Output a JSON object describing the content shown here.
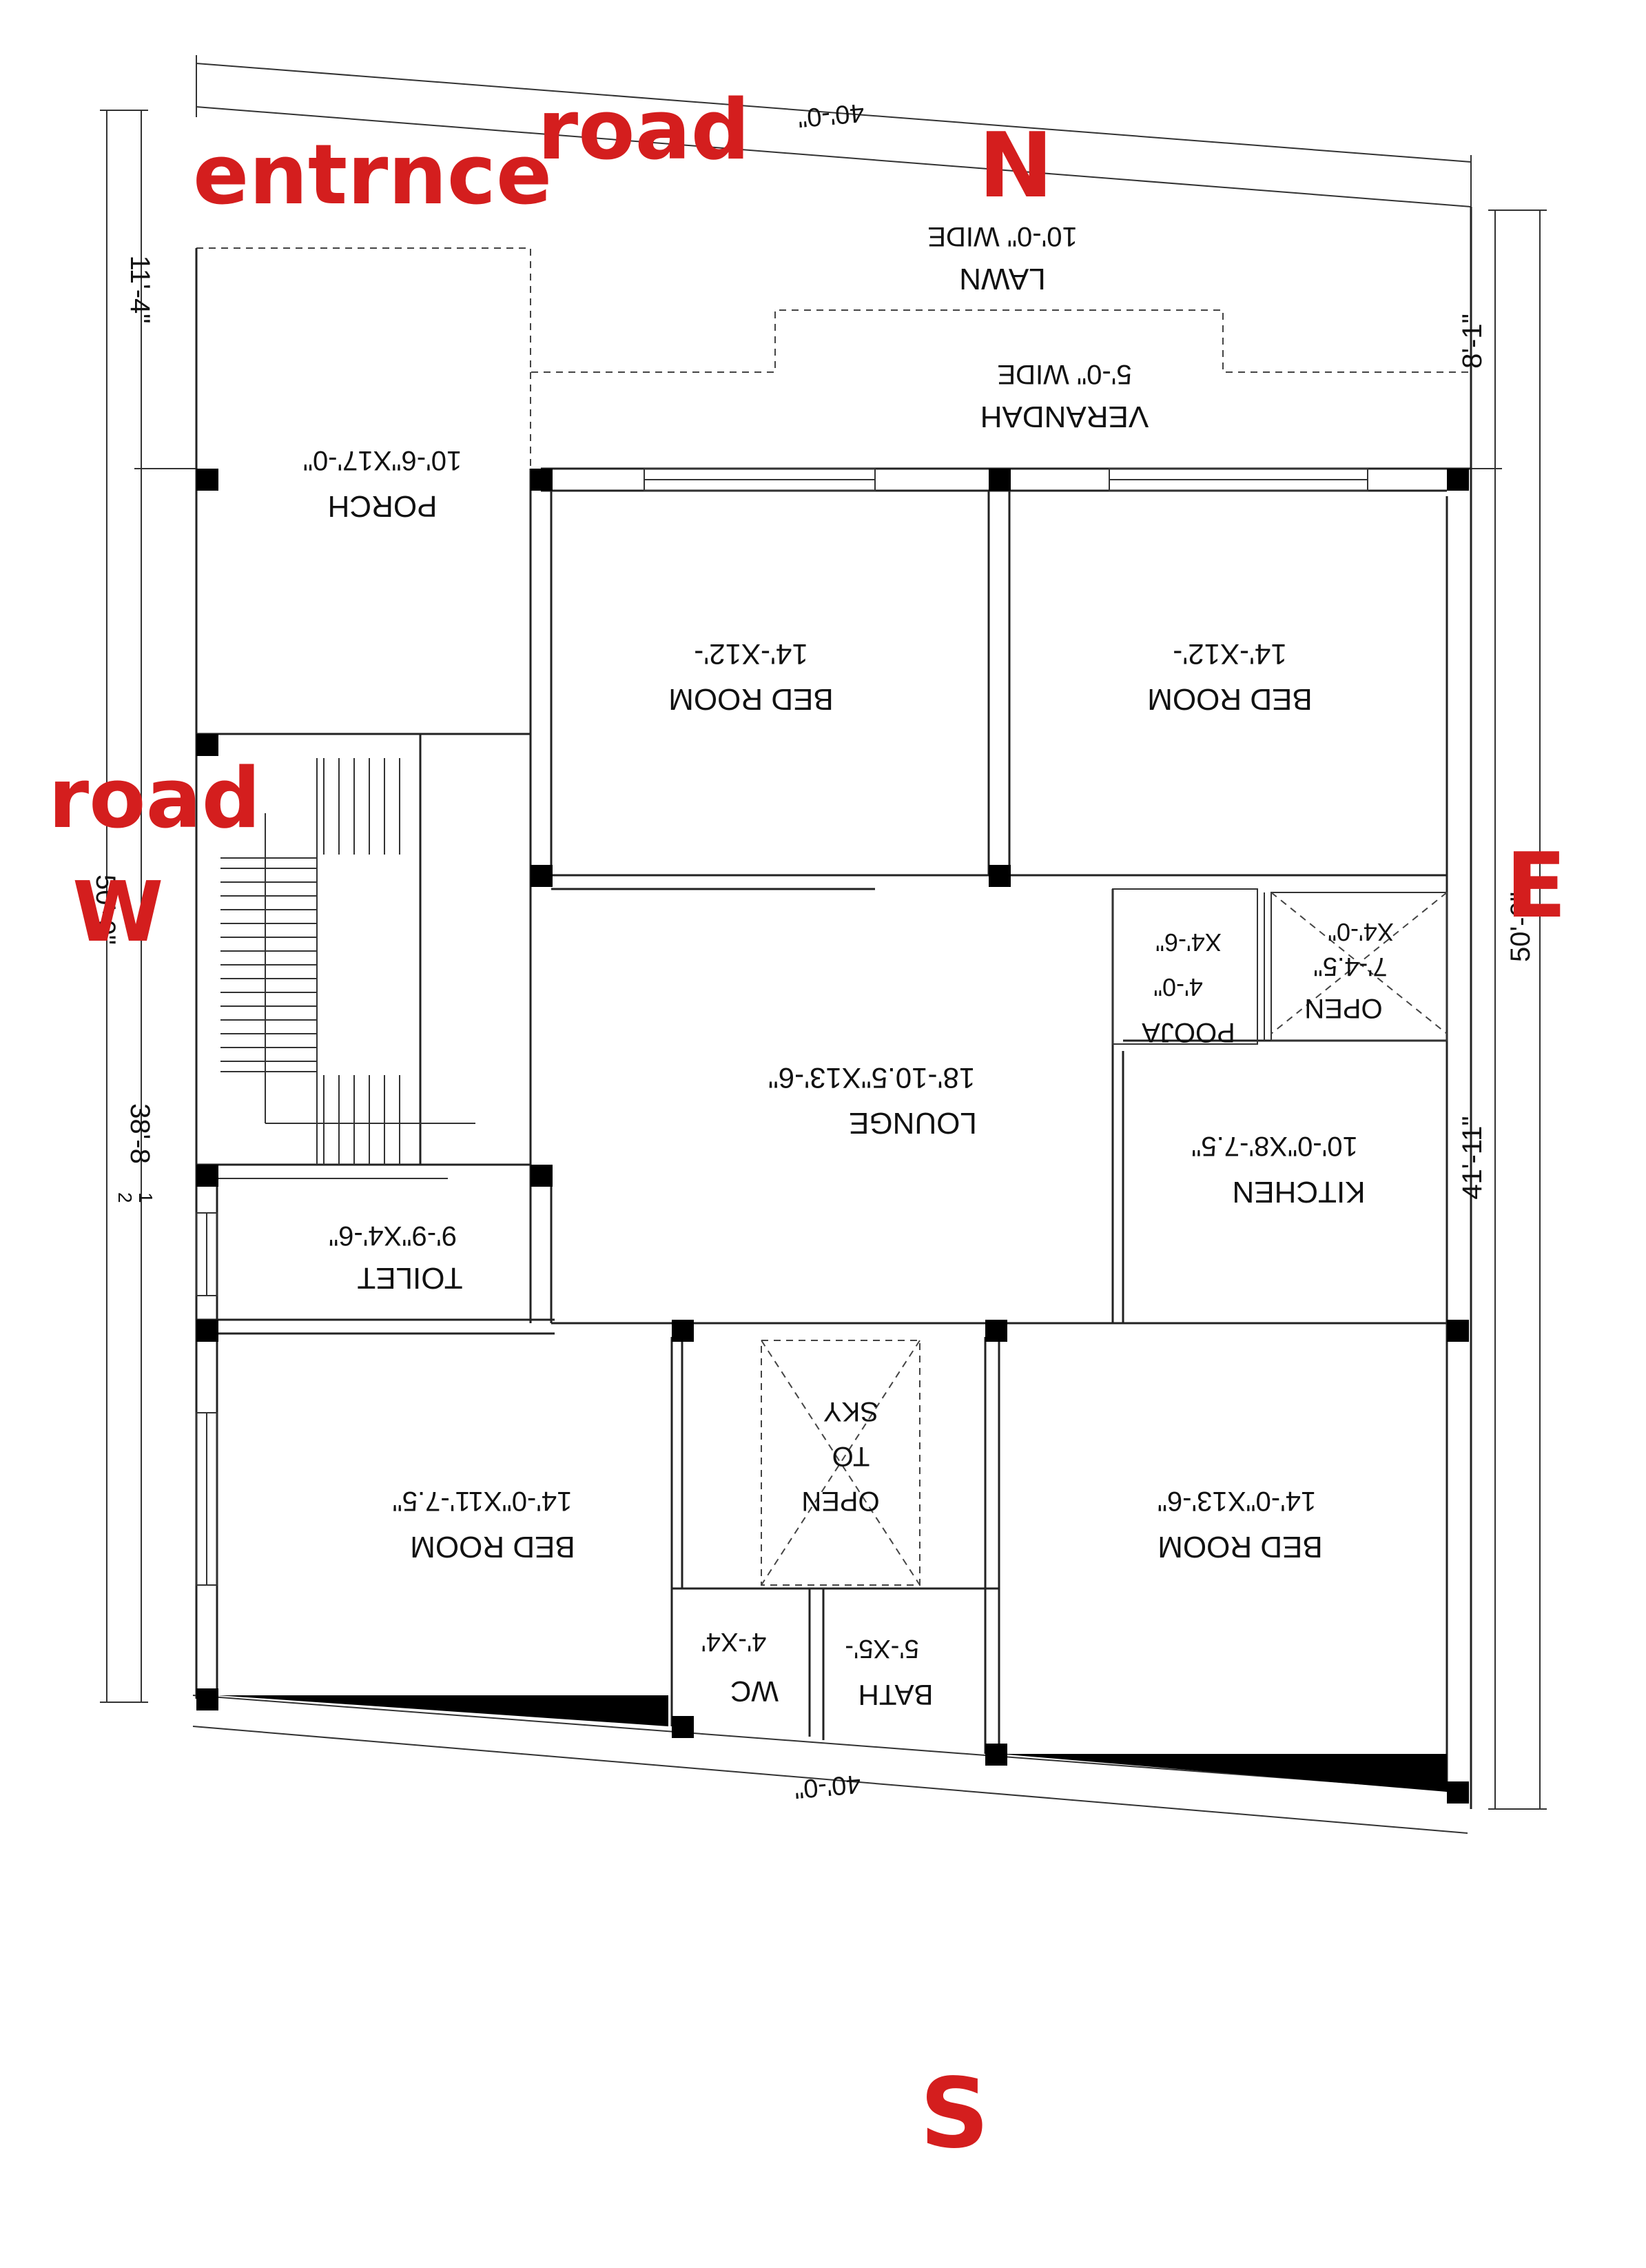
{
  "plan": {
    "dims": {
      "top_width": "40'-0\"",
      "bottom_width": "40'-0\"",
      "left_overall": "50'-0\"",
      "left_front": "11'-4\"",
      "left_main": "38'-8",
      "left_main_frac_num": "1",
      "left_main_frac_den": "2",
      "right_overall": "50'-0\"",
      "right_front": "8'-1\"",
      "right_main": "41'-11\""
    },
    "rooms": {
      "lawn_name": "LAWN",
      "lawn_size": "10'-0\" WIDE",
      "verandah_name": "VERANDAH",
      "verandah_size": "5'-0\" WIDE",
      "porch_name": "PORCH",
      "porch_size": "10'-6\"X17'-0\"",
      "bed1_name": "BED ROOM",
      "bed1_size": "14'-X12'-",
      "bed2_name": "BED ROOM",
      "bed2_size": "14'-X12'-",
      "open_top_l1": "OPEN",
      "open_top_l2": "7'-4.5\"",
      "open_top_l3": "X4'-0\"",
      "pooja_name": "POOJA",
      "pooja_l2": "4'-0\"",
      "pooja_l3": "X4'-6\"",
      "lounge_name": "LOUNGE",
      "lounge_size": "18'-10.5\"X13'-6\"",
      "kitchen_name": "KITCHEN",
      "kitchen_size": "10'-0\"X8'-7.5\"",
      "toilet_name": "TOILET",
      "toilet_size": "9'-9\"X4'-6\"",
      "bed3_name": "BED ROOM",
      "bed3_size": "14'-0\"X11'-7.5\"",
      "sky_l1": "OPEN",
      "sky_l2": "TO",
      "sky_l3": "SKY",
      "bed4_name": "BED ROOM",
      "bed4_size": "14'-0\"X13'-6\"",
      "wc_name": "WC",
      "wc_size": "4'-X4'",
      "bath_name": "BATH",
      "bath_size": "5'-X5'-"
    },
    "annotations": {
      "entrance": "entrnce",
      "road_top": "road",
      "road_left": "road",
      "north": "N",
      "south": "S",
      "east": "E",
      "west": "W"
    }
  }
}
